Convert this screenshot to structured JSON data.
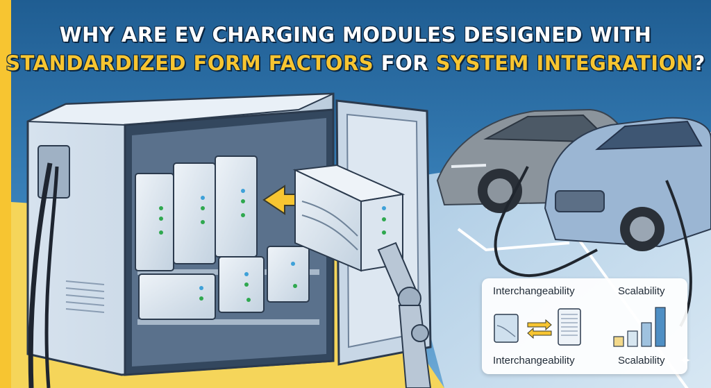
{
  "title": {
    "line1": "WHY ARE EV CHARGING MODULES DESIGNED WITH",
    "line2_part1": "STANDARDIZED FORM FACTORS",
    "line2_part2": " FOR ",
    "line2_part3": "SYSTEM INTEGRATION",
    "line2_part4": "?"
  },
  "panel": {
    "top_left_label": "Interchangeability",
    "top_right_label": "Scalability",
    "bottom_left_label": "Interchangeability",
    "bottom_right_label": "Scalability"
  },
  "colors": {
    "highlight": "#f7c531",
    "sky": "#2e6fa3",
    "ground": "#f5d55a"
  }
}
